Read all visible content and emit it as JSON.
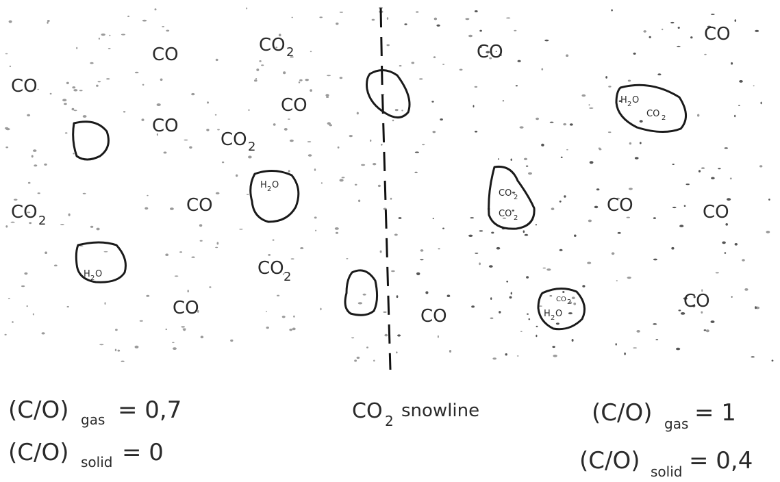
{
  "diagram": {
    "molecules": {
      "co": "CO",
      "co2_main": "CO",
      "co2_sub": "2",
      "h2o_main_h": "H",
      "h2o_sub": "2",
      "h2o_main_o": "O"
    },
    "snowline_label_main": "CO",
    "snowline_label_sub": "2",
    "snowline_label_rest": "snowline",
    "left": {
      "gas_prefix": "(C/O)",
      "gas_sub": "gas",
      "gas_value": "= 0,7",
      "solid_prefix": "(C/O)",
      "solid_sub": "solid",
      "solid_value": "= 0"
    },
    "right": {
      "gas_prefix": "(C/O)",
      "gas_sub": "gas",
      "gas_value": "= 1",
      "solid_prefix": "(C/O)",
      "solid_sub": "solid",
      "solid_value": "= 0,4"
    }
  }
}
